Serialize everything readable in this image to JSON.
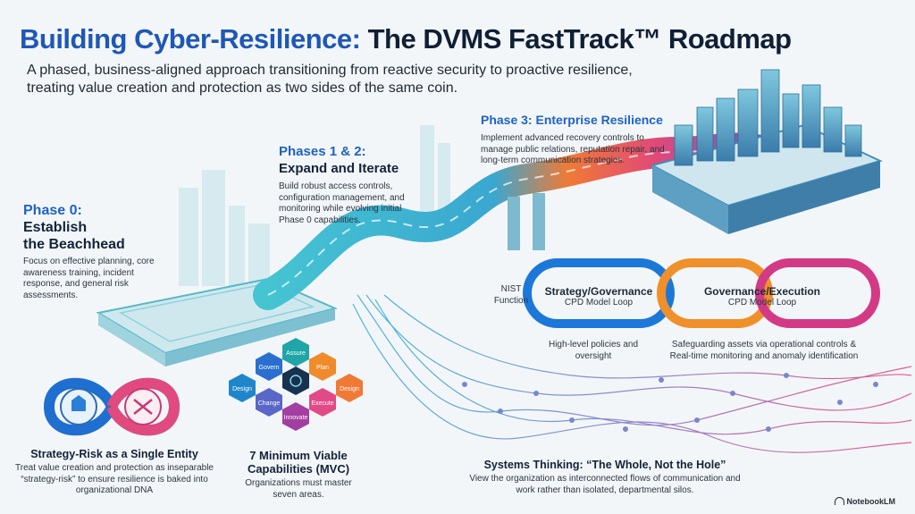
{
  "header": {
    "title_part1": "Building Cyber-Resilience:",
    "title_part2": "The DVMS FastTrack™ Roadmap",
    "subtitle": "A phased, business-aligned approach transitioning from reactive security to proactive resilience, treating value creation and protection as two sides of the same coin."
  },
  "phase0": {
    "label": "Phase 0:",
    "title_line1": "Establish",
    "title_line2": "the Beachhead",
    "desc": "Focus on effective planning, core awareness training, incident response, and general risk assessments."
  },
  "phase12": {
    "label": "Phases 1 & 2:",
    "title": "Expand and Iterate",
    "desc": "Build robust access controls, configuration management, and monitoring while evolving initial Phase 0 capabilities."
  },
  "phase3": {
    "title": "Phase 3: Enterprise Resilience",
    "desc": "Implement advanced recovery controls to manage public relations, reputation repair, and long-term communication strategies."
  },
  "nist": {
    "label": "NIST Function",
    "loop1_title": "Strategy/Governance",
    "loop1_sub": "CPD Model Loop",
    "loop2_title": "Governance/Execution",
    "loop2_sub": "CPD Model Loop",
    "loop1_caption": "High-level policies and oversight",
    "loop2_caption": "Safeguarding assets via operational controls & Real-time monitoring and anomaly identification",
    "color_blue": "#1c78d8",
    "color_orange": "#f0902a",
    "color_pink": "#d23a86"
  },
  "strategy_risk": {
    "title": "Strategy-Risk as a Single Entity",
    "desc": "Treat value creation and protection as inseparable “strategy-risk” to ensure resilience is baked into organizational DNA"
  },
  "mvc": {
    "title_line1": "7 Minimum Viable",
    "title_line2": "Capabilities (MVC)",
    "desc": "Organizations must master seven areas.",
    "hexes": [
      "Assure",
      "Govern",
      "Plan",
      "Design",
      "Design",
      "Change",
      "Execute",
      "Innovate"
    ]
  },
  "systems": {
    "title": "Systems Thinking: “The Whole, Not the Hole”",
    "desc": "View the organization as interconnected flows of communication and work rather than isolated, departmental silos."
  },
  "footer": {
    "brand": "NotebookLM"
  }
}
